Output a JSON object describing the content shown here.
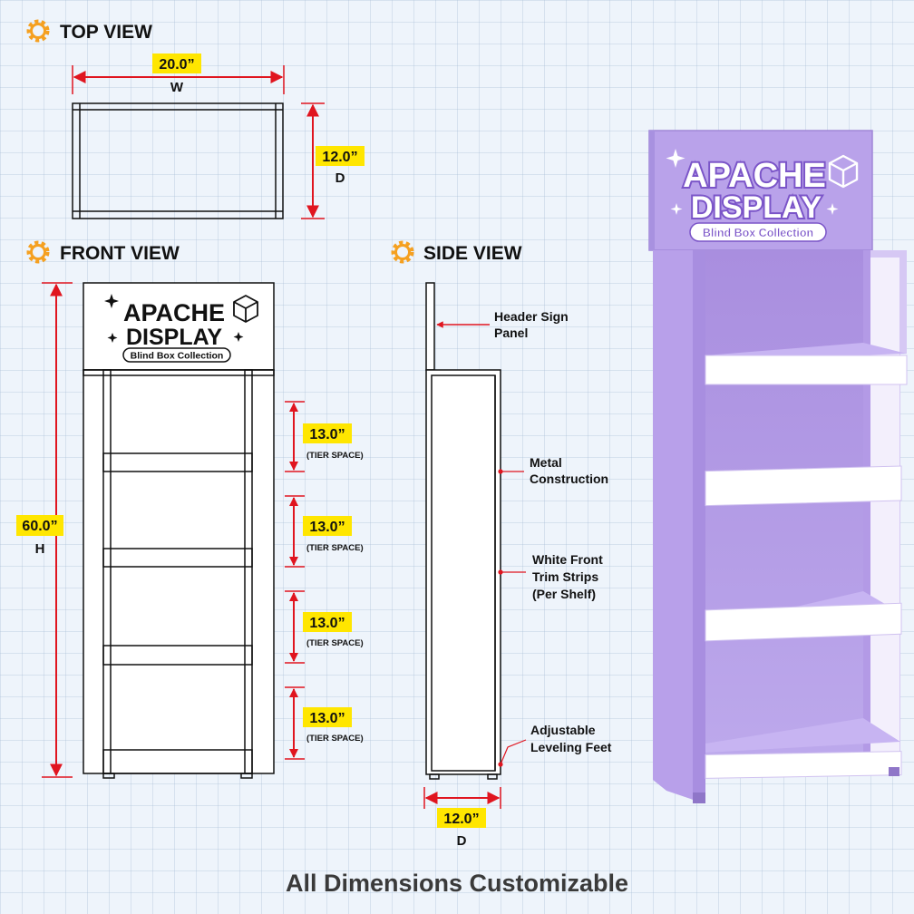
{
  "top_view": {
    "title": "TOP VIEW",
    "width_value": "20.0”",
    "width_letter": "W",
    "depth_value": "12.0”",
    "depth_letter": "D"
  },
  "front_view": {
    "title": "FRONT VIEW",
    "height_value": "60.0”",
    "height_letter": "H",
    "header": {
      "line1": "APACHE",
      "line2": "DISPLAY",
      "tagline": "Blind Box Collection"
    },
    "tiers": [
      {
        "value": "13.0”",
        "note": "(TIER SPACE)"
      },
      {
        "value": "13.0”",
        "note": "(TIER SPACE)"
      },
      {
        "value": "13.0”",
        "note": "(TIER SPACE)"
      },
      {
        "value": "13.0”",
        "note": "(TIER SPACE)"
      }
    ]
  },
  "side_view": {
    "title": "SIDE VIEW",
    "depth_value": "12.0”",
    "depth_letter": "D",
    "callouts": {
      "header_sign": [
        "Header Sign",
        "Panel"
      ],
      "metal": [
        "Metal",
        "Construction"
      ],
      "trim": [
        "White Front",
        "Trim Strips",
        "(Per Shelf)"
      ],
      "feet": [
        "Adjustable",
        "Leveling Feet"
      ]
    }
  },
  "product": {
    "line1": "APACHE",
    "line2": "DISPLAY",
    "tagline": "Blind Box Collection"
  },
  "footer": "All Dimensions Customizable",
  "colors": {
    "accent_red": "#e0151f",
    "highlight_yellow": "#ffe600",
    "gear_orange": "#f5a020",
    "purple": "#b8a0e8",
    "purple_dark": "#8e72d0",
    "ink": "#111111"
  },
  "icons": {
    "section": "gear-icon",
    "sparkle": "sparkle-icon",
    "box": "cube-icon"
  }
}
